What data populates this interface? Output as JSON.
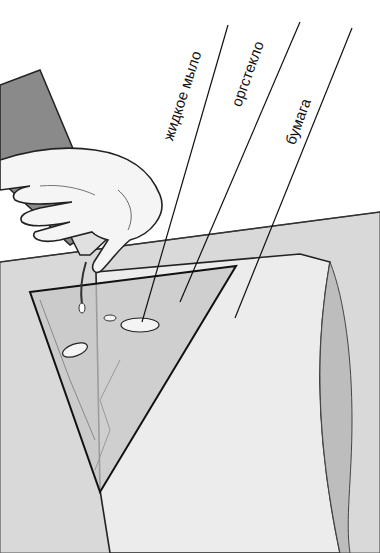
{
  "diagram": {
    "labels": [
      "жидкое мыло",
      "оргстекло",
      "бумага"
    ]
  }
}
